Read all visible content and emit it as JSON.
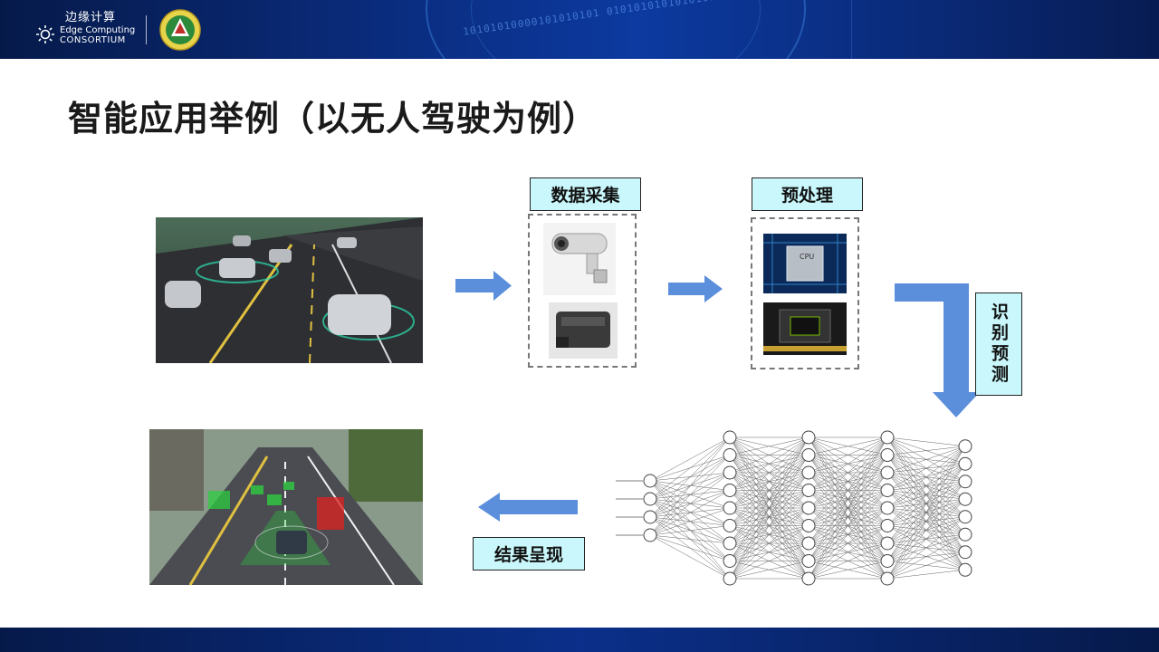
{
  "header": {
    "logo_cn": "边缘计算",
    "logo_en_line1": "Edge Computing",
    "logo_en_line2": "CONSORTIUM",
    "binary_text": "10101010000101010101 0101010101010101"
  },
  "title": "智能应用举例（以无人驾驶为例）",
  "steps": {
    "collect": "数据采集",
    "preprocess": "预处理",
    "recognize": "识别预测",
    "present": "结果呈现"
  },
  "images": {
    "highway": "highway-scene",
    "camera": "camera-device",
    "radar": "sensor-box",
    "cpu": "cpu-chip",
    "gpu": "gpu-card",
    "neural_net": "neural-network",
    "detection": "detection-result"
  },
  "neural_net": {
    "layers": [
      4,
      9,
      9,
      9,
      8
    ]
  },
  "colors": {
    "header": "#0a2a78",
    "label_bg": "#c9f7fb",
    "arrow": "#5b8fdb"
  }
}
